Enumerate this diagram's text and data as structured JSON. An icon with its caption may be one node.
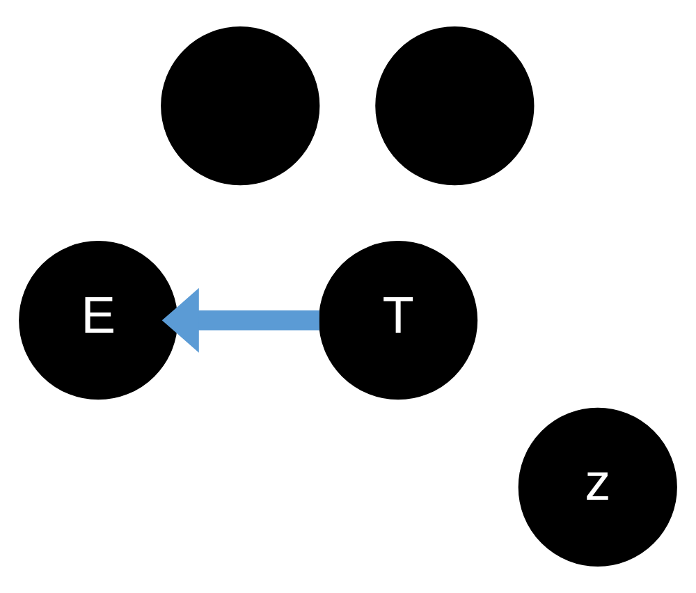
{
  "diagram": {
    "nodes": [
      {
        "text": [],
        "shape": "circle"
      },
      {
        "text": [
          "E"
        ]
      },
      {
        "text": [],
        "shape": "circle"
      },
      {
        "text": [
          "T"
        ]
      },
      {
        "text": [
          "z"
        ]
      }
    ],
    "edges": [
      {
        "from": 3,
        "to": 1,
        "arrow": "to",
        "color": "#5b9bd5"
      }
    ]
  }
}
